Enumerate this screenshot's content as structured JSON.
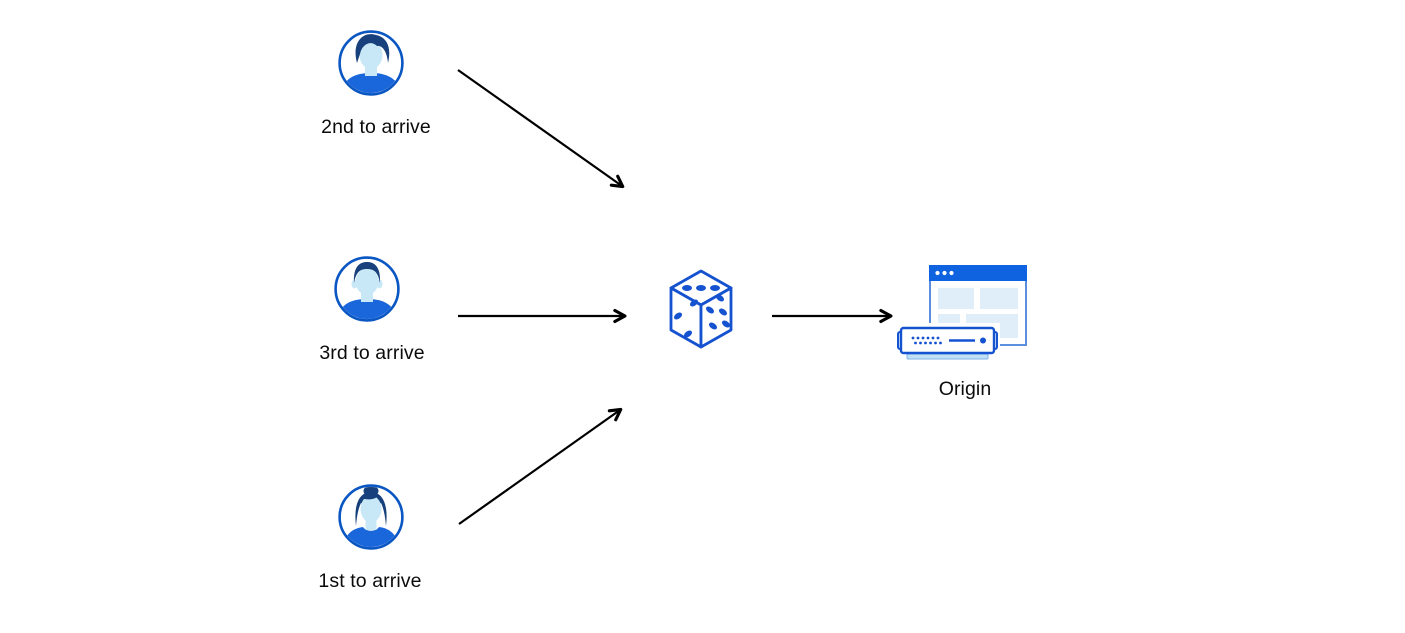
{
  "diagram": {
    "users": [
      {
        "label": "2nd to arrive",
        "icon": "user-avatar-man-swept-hair"
      },
      {
        "label": "3rd to arrive",
        "icon": "user-avatar-man-flat-top"
      },
      {
        "label": "1st to arrive",
        "icon": "user-avatar-woman-bun"
      }
    ],
    "balancer": {
      "icon": "dice-icon"
    },
    "origin": {
      "label": "Origin",
      "icon": "origin-server-icon"
    },
    "connections": [
      {
        "from": "2nd to arrive",
        "to": "dice"
      },
      {
        "from": "3rd to arrive",
        "to": "dice"
      },
      {
        "from": "1st to arrive",
        "to": "dice"
      },
      {
        "from": "dice",
        "to": "Origin"
      }
    ],
    "colors": {
      "background": "#ffffff",
      "diagram_blue": "#1552D0",
      "avatar_ring_blue": "#0A56C2",
      "skin_light_blue": "#C9E8F7",
      "hair_navy": "#17407C",
      "shirt_blue": "#1A66DB",
      "browser_titlebar_blue": "#0F63E0",
      "panel_light_blue": "#DFEEF8",
      "server_cap_light_blue": "#CFE7F8",
      "arrow_black": "#000000"
    }
  }
}
